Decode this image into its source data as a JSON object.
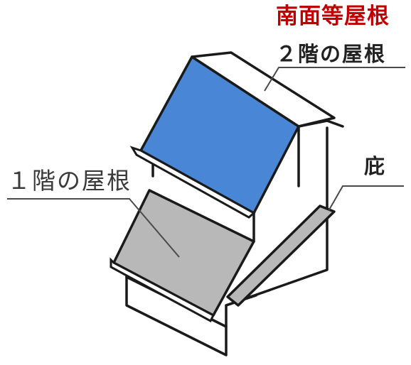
{
  "labels": {
    "title": "南面等屋根",
    "roof_2f": "２階の屋根",
    "roof_1f": "１階の屋根",
    "eaves": "庇"
  },
  "colors": {
    "title_red": "#c00000",
    "roof_2f_fill": "#4a86d6",
    "roof_1f_fill": "#b8b8b8",
    "eaves_fill": "#b8b8b8",
    "outline": "#1a1a1a",
    "leader_line": "#4a4a4a"
  }
}
